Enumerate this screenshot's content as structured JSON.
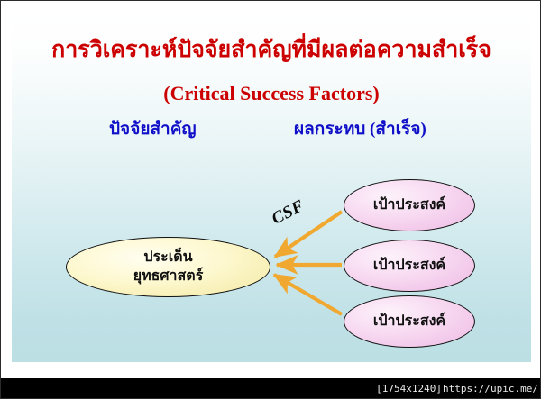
{
  "slide": {
    "title_thai": "การวิเคราะห์ปัจจัยสำคัญที่มีผลต่อความสำเร็จ",
    "title_english": "(Critical Success Factors)",
    "column_header_left": "ปัจจัยสำคัญ",
    "column_header_right": "ผลกระทบ (สำเร็จ)",
    "csf_label": "CSF",
    "colors": {
      "title_red": "#cc0000",
      "header_blue": "#1010c8",
      "arrow_orange": "#f0a830",
      "strategy_fill": "#fdf8cf",
      "goal_fill": "#f6cdee",
      "background_top": "#ffffff",
      "background_bottom": "#bcdfe4",
      "outline_black": "#111111"
    }
  },
  "diagram": {
    "strategy_node": {
      "line1": "ประเด็น",
      "line2": "ยุทธศาสตร์"
    },
    "goal_nodes": [
      {
        "label": "เป้าประสงค์"
      },
      {
        "label": "เป้าประสงค์"
      },
      {
        "label": "เป้าประสงค์"
      }
    ],
    "arrows": [
      {
        "from": "goal-1",
        "to": "strategy",
        "direction": "left"
      },
      {
        "from": "goal-2",
        "to": "strategy",
        "direction": "left"
      },
      {
        "from": "goal-3",
        "to": "strategy",
        "direction": "left"
      }
    ]
  },
  "footer": {
    "dimensions": "[1754x1240]",
    "url": "https://upic.me/"
  }
}
